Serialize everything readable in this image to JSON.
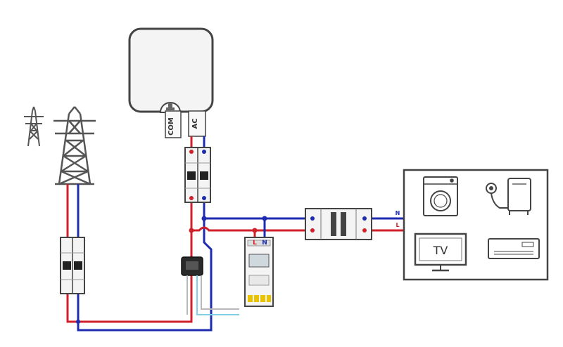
{
  "inverter": {
    "port_com_label": "COM",
    "port_ac_label": "AC"
  },
  "meter": {
    "terminal_l_label": "L",
    "terminal_n_label": "N"
  },
  "load_panel": {
    "line_n_label": "N",
    "line_l_label": "L",
    "tv_label": "TV"
  },
  "colors": {
    "live_wire": "#d0202a",
    "neutral_wire": "#1c2bb0",
    "comm_wire_a": "#7fd0e6",
    "comm_wire_b": "#b8b8b8",
    "outline": "#444444",
    "device_fill": "#f4f4f4"
  },
  "icons": [
    "transmission-tower-icon",
    "washing-machine-icon",
    "water-heater-icon",
    "tv-icon",
    "air-conditioner-icon"
  ]
}
